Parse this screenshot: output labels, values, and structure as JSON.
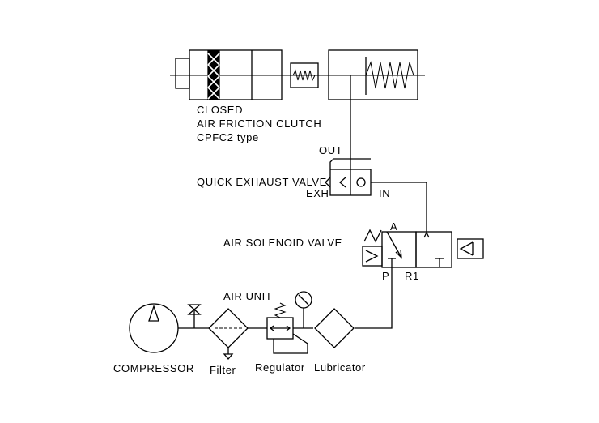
{
  "clutch": {
    "line1": "CLOSED",
    "line2": "AIR  FRICTION  CLUTCH",
    "line3": "CPFC2  type"
  },
  "quick_exhaust_valve": {
    "label": "QUICK  EXHAUST  VALVE",
    "port_out": "OUT",
    "port_exh": "EXH",
    "port_in": "IN"
  },
  "solenoid_valve": {
    "label": "AIR  SOLENOID  VALVE",
    "port_a": "A",
    "port_p": "P",
    "port_r1": "R1"
  },
  "air_unit": {
    "label": "AIR  UNIT"
  },
  "components": {
    "compressor": "COMPRESSOR",
    "filter": "Filter",
    "regulator": "Regulator",
    "lubricator": "Lubricator"
  }
}
